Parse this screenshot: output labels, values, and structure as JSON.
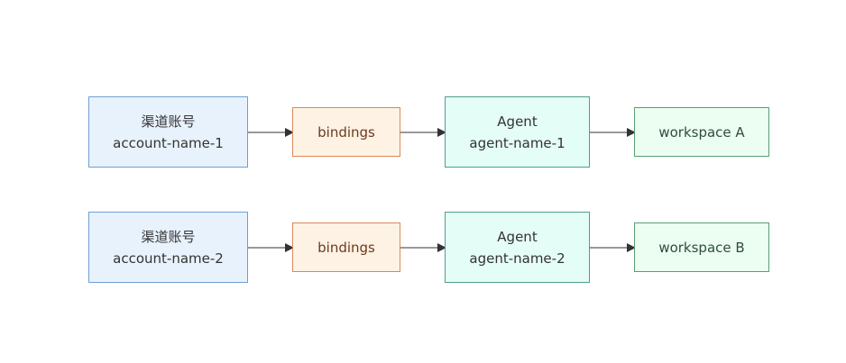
{
  "rows": [
    {
      "account": {
        "title": "渠道账号",
        "name": "account-name-1"
      },
      "binding": {
        "label": "bindings"
      },
      "agent": {
        "title": "Agent",
        "name": "agent-name-1"
      },
      "workspace": {
        "label": "workspace A"
      }
    },
    {
      "account": {
        "title": "渠道账号",
        "name": "account-name-2"
      },
      "binding": {
        "label": "bindings"
      },
      "agent": {
        "title": "Agent",
        "name": "agent-name-2"
      },
      "workspace": {
        "label": "workspace B"
      }
    }
  ],
  "colors": {
    "account_fill": "#e8f2fd",
    "account_border": "#6f9fd3",
    "binding_fill": "#fef2e4",
    "binding_border": "#d9895a",
    "agent_fill": "#e4fdf7",
    "agent_border": "#4f9f8e",
    "workspace_fill": "#ecfdf1",
    "workspace_border": "#5a9e72",
    "edge": "#333333"
  }
}
